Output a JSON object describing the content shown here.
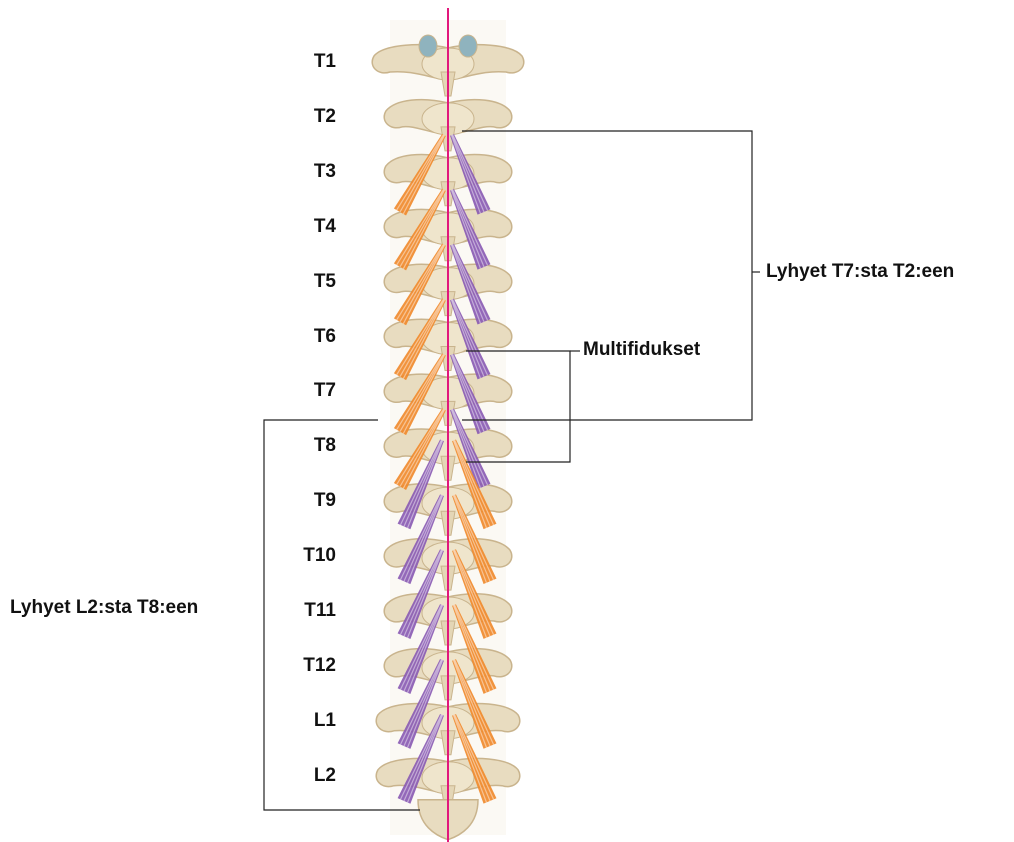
{
  "vertebrae": [
    "T1",
    "T2",
    "T3",
    "T4",
    "T5",
    "T6",
    "T7",
    "T8",
    "T9",
    "T10",
    "T11",
    "T12",
    "L1",
    "L2"
  ],
  "labels": {
    "upper_group": "Lyhyet T7:sta T2:een",
    "middle_group": "Multifidukset",
    "lower_group": "Lyhyet L2:sta T8:een"
  },
  "colors": {
    "bone": "#e8dcc0",
    "bone_shade": "#c9b48d",
    "muscle_orange": "#f08a2c",
    "muscle_purple": "#8a5bb3",
    "midline": "#e2187c",
    "leader_line": "#222222"
  }
}
